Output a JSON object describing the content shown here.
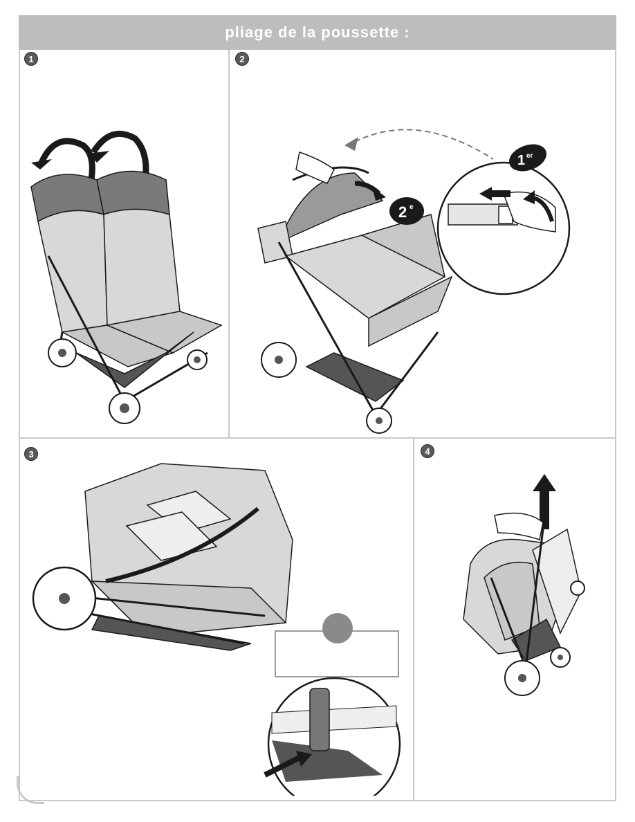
{
  "header": {
    "title": "pliage de la poussette :"
  },
  "steps": [
    {
      "number": "1"
    },
    {
      "number": "2",
      "tag_first": "1",
      "tag_first_sup": "er",
      "tag_second": "2",
      "tag_second_sup": "e"
    },
    {
      "number": "3"
    },
    {
      "number": "4"
    }
  ],
  "colors": {
    "title_bar": "#bdbdbd",
    "frame": "#c8c8c8",
    "badge": "#5a5a5a",
    "ink": "#1a1a1a"
  }
}
